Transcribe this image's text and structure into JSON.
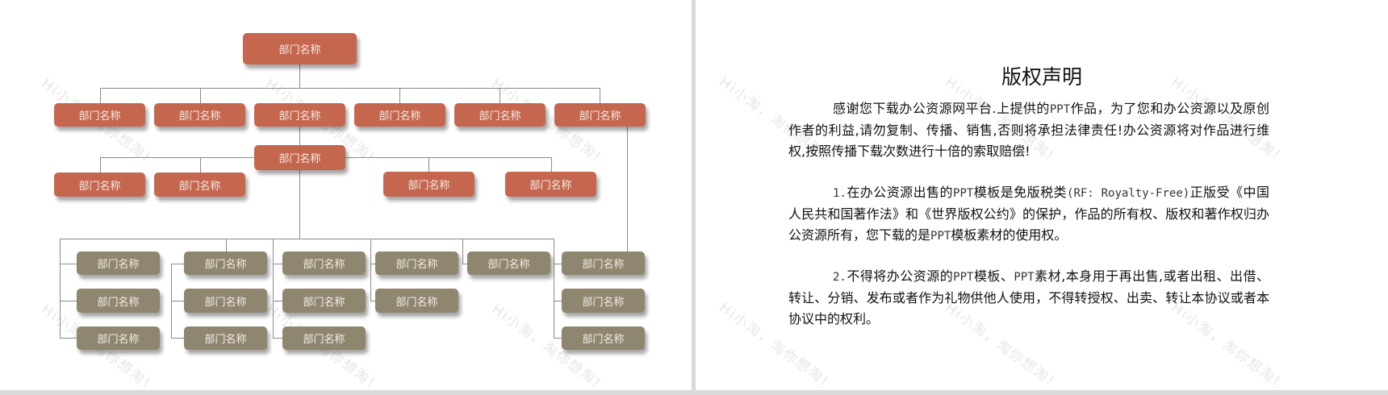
{
  "left_slide": {
    "node_label": "部门名称",
    "levels": {
      "root": {
        "label": "部门名称",
        "color": "#c5674f"
      },
      "level1": [
        {
          "label": "部门名称"
        },
        {
          "label": "部门名称"
        },
        {
          "label": "部门名称"
        },
        {
          "label": "部门名称"
        },
        {
          "label": "部门名称"
        },
        {
          "label": "部门名称"
        }
      ],
      "sub_hub": {
        "label": "部门名称"
      },
      "level2": [
        {
          "label": "部门名称"
        },
        {
          "label": "部门名称"
        },
        {
          "label": "部门名称"
        },
        {
          "label": "部门名称"
        }
      ],
      "level3_columns": [
        [
          "部门名称",
          "部门名称",
          "部门名称"
        ],
        [
          "部门名称",
          "部门名称",
          "部门名称"
        ],
        [
          "部门名称",
          "部门名称",
          "部门名称"
        ],
        [
          "部门名称",
          "部门名称"
        ],
        [
          "部门名称"
        ],
        [
          "部门名称",
          "部门名称",
          "部门名称"
        ]
      ]
    },
    "colors": {
      "primary": "#c5674f",
      "secondary": "#8f8670",
      "line": "#8a8a8a"
    }
  },
  "right_slide": {
    "title": "版权声明",
    "paragraphs": {
      "p0": {
        "text_a": "感谢您下载办公资源网平台.上提供的",
        "mono_a": "PPT",
        "text_b": "作品，为了您和办公资源以及原创作者的利益,请勿复制、传播、销售,否则将承担法律责任!办公资源将对作品进行维权,按照传播下载次数进行十倍的索取赔偿!"
      },
      "p1": {
        "mono_num": "1.",
        "text_a": "在办公资源出售的",
        "mono_a": "PPT",
        "text_b": "模板是免版税类",
        "mono_b": "(RF: Royalty-Free)",
        "text_c": "正版受《中国人民共和国著作法》和《世界版权公约》的保护，作品的所有权、版权和著作权归办公资源所有，您下载的是",
        "mono_c": "PPT",
        "text_d": "模板素材的使用权。"
      },
      "p2": {
        "mono_num": "2.",
        "text_a": "不得将办公资源的",
        "mono_a": "PPT",
        "text_b": "模板、",
        "mono_b": "PPT",
        "text_c": "素材,本身用于再出售,或者出租、出借、转让、分销、发布或者作为礼物供他人使用，不得转授权、出卖、转让本协议或者本协议中的权利。"
      }
    }
  },
  "watermark": {
    "text": "Hi小淘，淘你想淘!"
  }
}
